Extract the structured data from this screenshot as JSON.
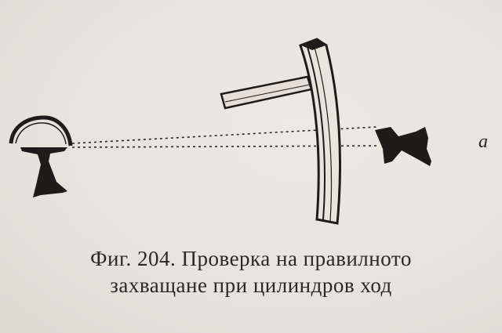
{
  "figure": {
    "label_a": "a",
    "caption_line1": "Фиг. 204. Проверка на правилното",
    "caption_line2": "захващане при цилиндров ход"
  },
  "colors": {
    "paper": "#e9e6df",
    "ink": "#2b2724"
  },
  "icons": {
    "left_part": "balance-cylinder-icon",
    "middle_part": "escape-wheel-tooth-icon",
    "right_part": "eyepiece-mark-icon"
  }
}
